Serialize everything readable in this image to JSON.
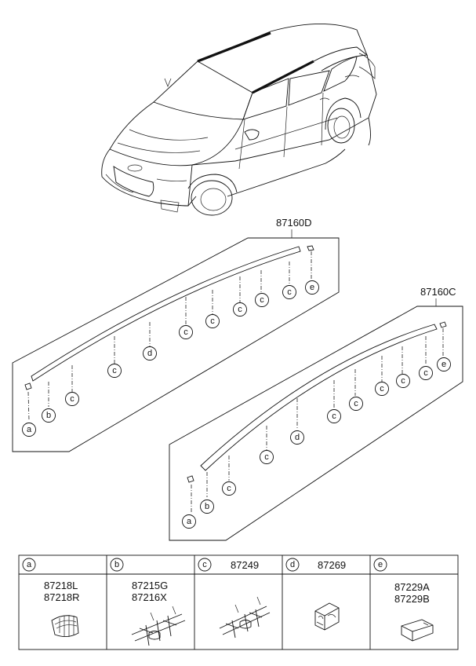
{
  "assemblies": [
    {
      "part_number": "87160D"
    },
    {
      "part_number": "87160C"
    }
  ],
  "callout_letters": {
    "a": "a",
    "b": "b",
    "c": "c",
    "d": "d",
    "e": "e"
  },
  "parts_table": {
    "columns": [
      {
        "letter": "a",
        "header_part": "",
        "parts": [
          "87218L",
          "87218R"
        ]
      },
      {
        "letter": "b",
        "header_part": "",
        "parts": [
          "87215G",
          "87216X"
        ]
      },
      {
        "letter": "c",
        "header_part": "87249",
        "parts": []
      },
      {
        "letter": "d",
        "header_part": "87269",
        "parts": []
      },
      {
        "letter": "e",
        "header_part": "",
        "parts": [
          "87229A",
          "87229B"
        ]
      }
    ]
  }
}
